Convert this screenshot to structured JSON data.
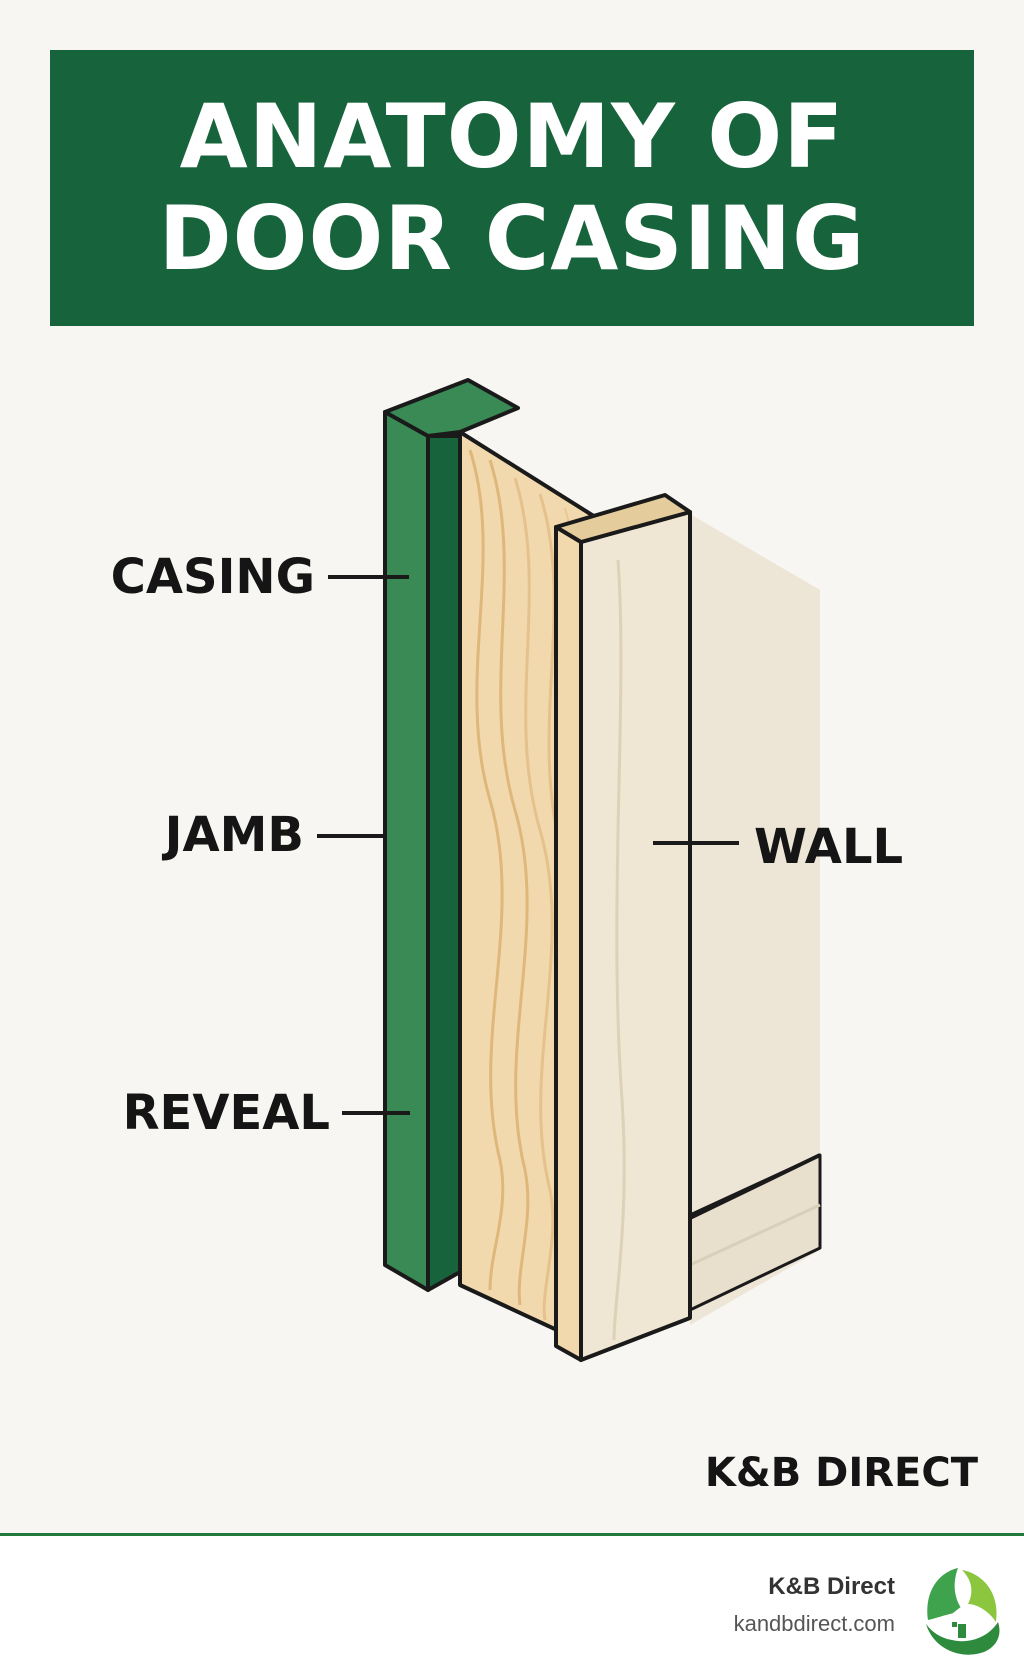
{
  "title": {
    "line1": "ANATOMY OF",
    "line2": "DOOR CASING"
  },
  "labels": {
    "casing": "CASING",
    "jamb": "JAMB",
    "reveal": "REVEAL",
    "wall": "WALL"
  },
  "brand": {
    "wordmark": "K&B DIRECT"
  },
  "footer": {
    "company": "K&B Direct",
    "url": "kandbdirect.com"
  },
  "colors": {
    "banner_green": "#17643c",
    "casing_green": "#3a8a56",
    "jamb_wood": "#f1d9ad",
    "wall": "#ede6d6",
    "background": "#f7f6f2"
  },
  "icons": {
    "footer_logo": "leaf-house-logo-icon"
  }
}
